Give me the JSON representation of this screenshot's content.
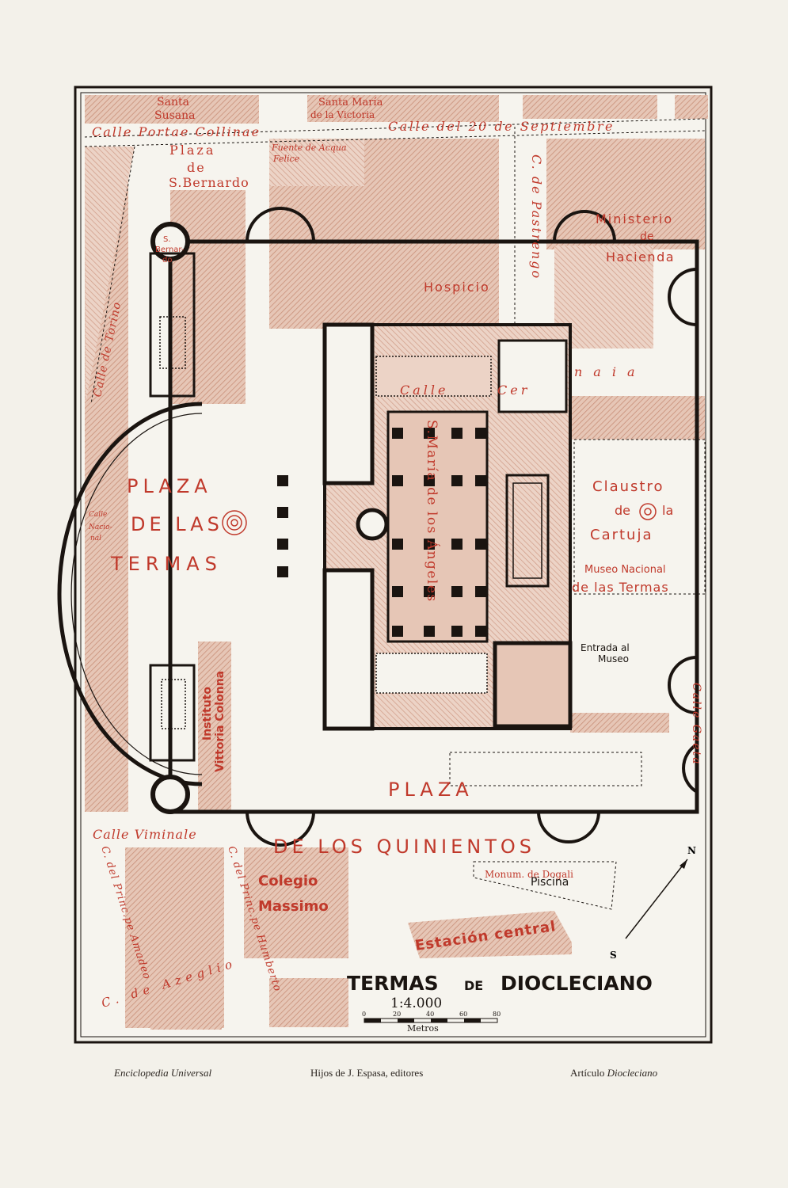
{
  "map": {
    "title_part1": "TERMAS",
    "title_de": "DE",
    "title_part2": "DIOCLECIANO",
    "scale": "1:4.000",
    "scale_ticks": [
      "0",
      "20",
      "40",
      "60",
      "80"
    ],
    "scale_unit": "Metros",
    "north": "N",
    "south": "S",
    "labels": {
      "santa_susana_1": "Santa",
      "santa_susana_2": "Susana",
      "santa_maria_1": "Santa María",
      "santa_maria_2": "de la Victoria",
      "calle_portae": "Calle Portae Collinae",
      "calle_20": "Calle del 20 de Septiembre",
      "plaza_bernardo_1": "Plaza",
      "plaza_bernardo_2": "de",
      "plaza_bernardo_3": "S.Bernardo",
      "fuente_1": "Fuente de Acqua",
      "fuente_2": "Felice",
      "c_pastrengo": "C. de Pastrengo",
      "ministerio_1": "Ministerio",
      "ministerio_2": "de",
      "ministerio_3": "Hacienda",
      "hospicio": "Hospicio",
      "s_bernardo_1": "S.",
      "s_bernardo_2": "Bernar-",
      "s_bernardo_3": "do",
      "calle_torino": "Calle de Torino",
      "calle_cernaia_1": "Calle",
      "calle_cernaia_2": "Cer",
      "calle_cernaia_3": "naia",
      "s_maria_angeles": "S.María de los Ángeles",
      "plaza_termas_1": "PLAZA",
      "plaza_termas_2": "DE LAS",
      "plaza_termas_3": "TERMAS",
      "calle_nacional_1": "Calle",
      "calle_nacional_2": "Nacio-",
      "calle_nacional_3": "nal",
      "claustro_1": "Claustro",
      "claustro_2": "de",
      "claustro_3": "la",
      "claustro_4": "Cartuja",
      "museo_1": "Museo Nacional",
      "museo_2": "de las Termas",
      "entrada_1": "Entrada al",
      "entrada_2": "Museo",
      "instituto_1": "Instituto",
      "instituto_2": "Vittoria Colonna",
      "calle_gaeta": "Calle Gaeta",
      "plaza_quinientos_1": "PLAZA",
      "plaza_quinientos_2": "DE LOS QUINIENTOS",
      "calle_viminale": "Calle Viminale",
      "c_principe_amadeo": "C. del Princ.pe Amadeo",
      "c_principe_humberto": "C. del Princ.pe Humberto",
      "colegio_1": "Colegio",
      "colegio_2": "Massimo",
      "monum_dogali": "Monum. de Dogali",
      "piscina": "Piscina",
      "estacion": "Estación central",
      "c_azeglio": "C. de Azeglio"
    }
  },
  "footer": {
    "left": "Enciclopedia Universal",
    "center": "Hijos de J. Espasa, editores",
    "right_prefix": "Artículo",
    "right_italic": "Diocleciano"
  },
  "colors": {
    "paper": "#f3f1ea",
    "building": "#e2bfae",
    "hatch": "#c88f78",
    "red_text": "#c0392b",
    "black": "#1a1410"
  }
}
